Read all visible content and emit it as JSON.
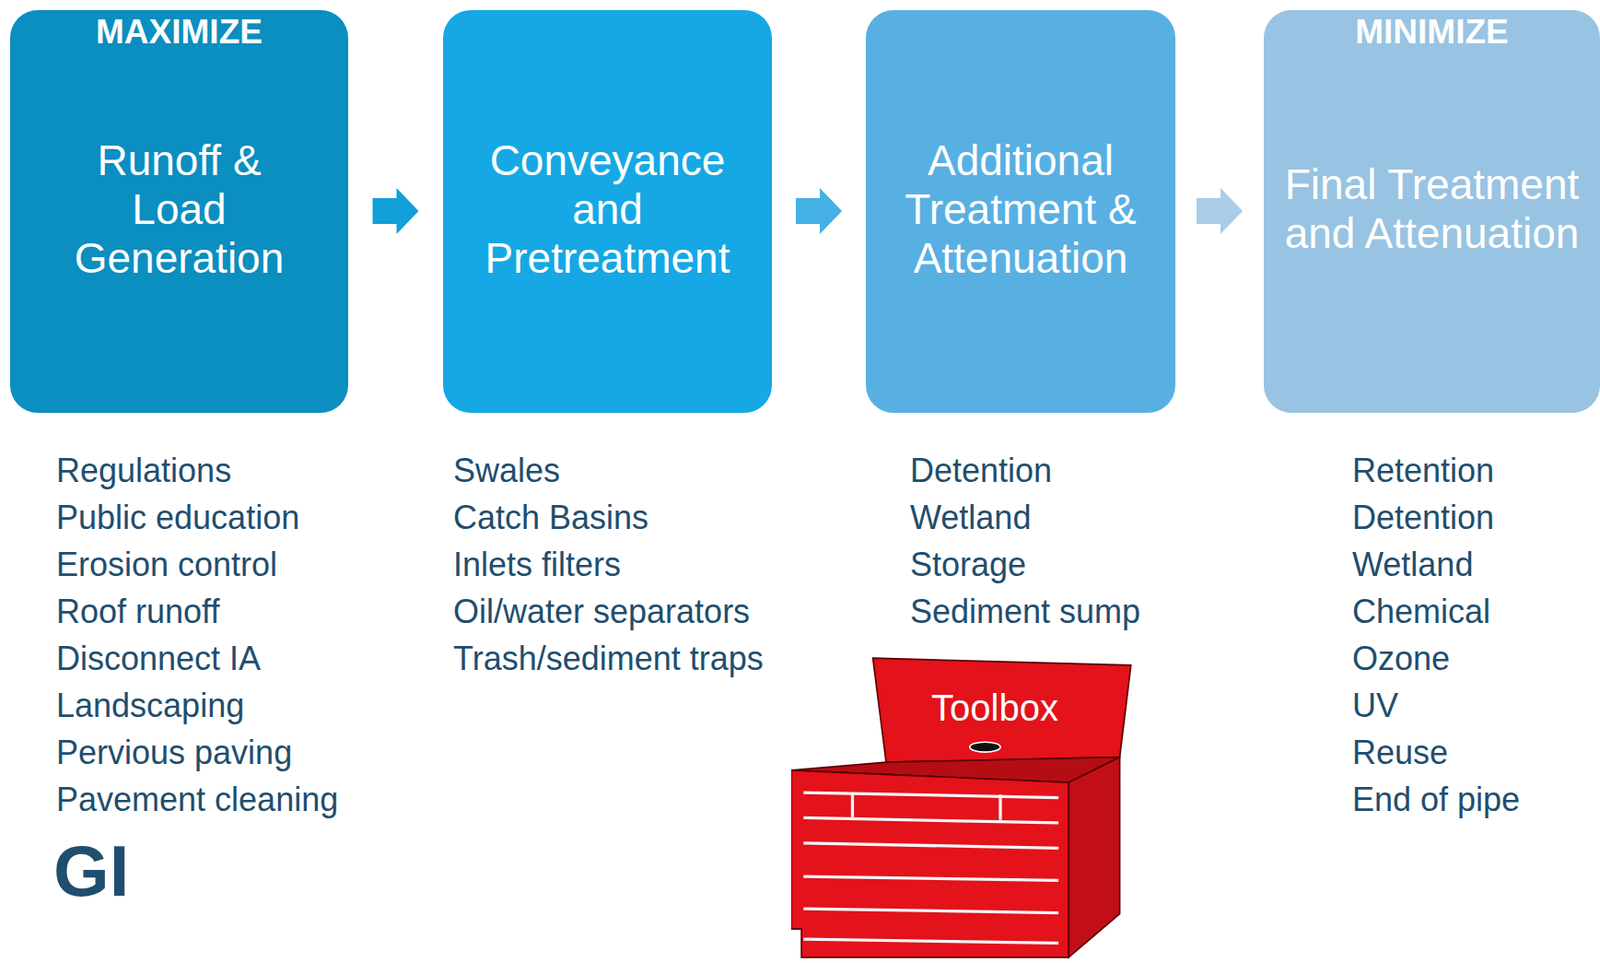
{
  "diagram": {
    "nodes": [
      {
        "text": [
          "MAXIMIZE",
          "Runoff & Load Generation"
        ]
      },
      {
        "text": [
          "Conveyance and Pretreatment"
        ]
      },
      {
        "text": [
          "Additional Treatment & Attenuation"
        ]
      },
      {
        "text": [
          "MINIMIZE",
          "Final Treatment and Attenuation"
        ]
      },
      {
        "text": [
          "Toolbox"
        ]
      }
    ],
    "edges": [
      {
        "from": 0,
        "to": 1,
        "arrow": "to"
      },
      {
        "from": 1,
        "to": 2,
        "arrow": "to"
      },
      {
        "from": 2,
        "to": 3,
        "arrow": "to"
      }
    ],
    "labels": [
      "Regulations",
      "Public education",
      "Erosion control",
      "Roof runoff",
      "Disconnect IA",
      "Landscaping",
      "Pervious paving",
      "Pavement cleaning",
      "GI",
      "Swales",
      "Catch Basins",
      "Inlets filters",
      "Oil/water separators",
      "Trash/sediment traps",
      "Detention",
      "Wetland",
      "Storage",
      "Sediment sump",
      "Retention",
      "Detention",
      "Wetland",
      "Chemical",
      "Ozone",
      "UV",
      "Reuse",
      "End of pipe"
    ]
  }
}
